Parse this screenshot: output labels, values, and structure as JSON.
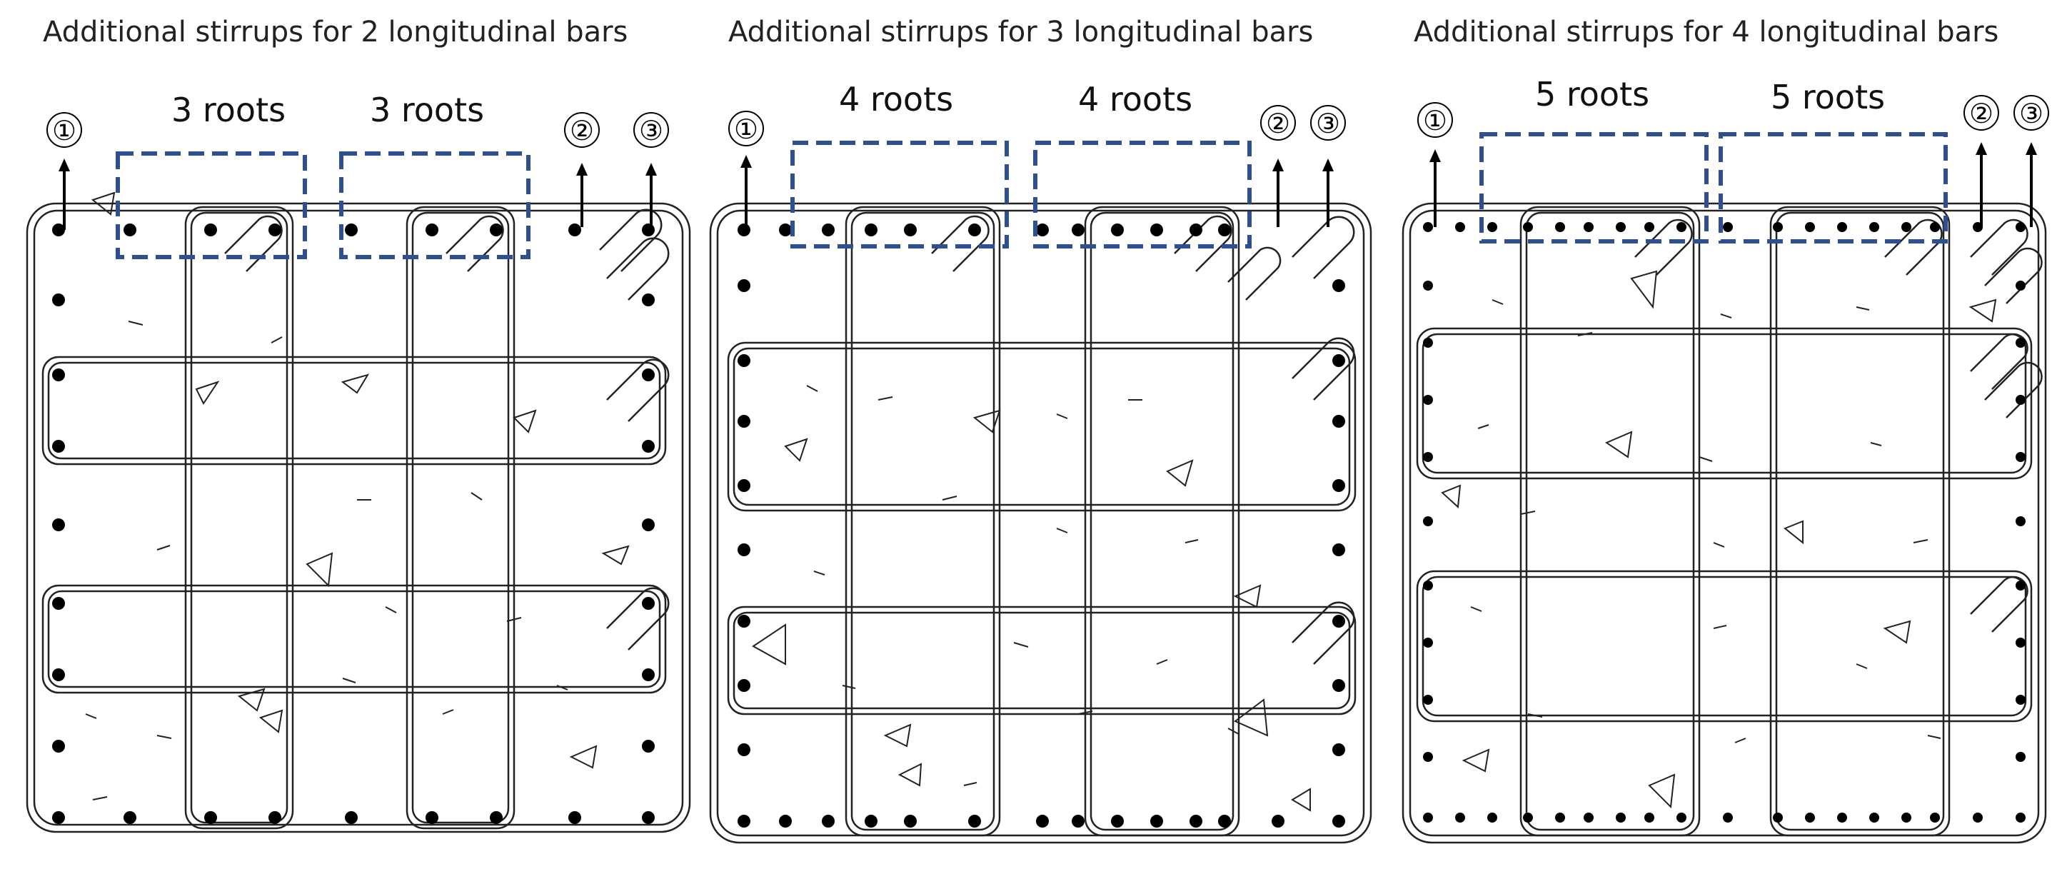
{
  "panels": [
    {
      "title": "Additional stirrups for 2 longitudinal bars",
      "groups": [
        {
          "label": "3 roots"
        },
        {
          "label": "3 roots"
        }
      ],
      "callouts": [
        "①",
        "②",
        "③"
      ]
    },
    {
      "title": "Additional stirrups for 3 longitudinal bars",
      "groups": [
        {
          "label": "4 roots"
        },
        {
          "label": "4 roots"
        }
      ],
      "callouts": [
        "①",
        "②",
        "③"
      ]
    },
    {
      "title": "Additional stirrups for 4 longitudinal bars",
      "groups": [
        {
          "label": "5 roots"
        },
        {
          "label": "5 roots"
        }
      ],
      "callouts": [
        "①",
        "②",
        "③"
      ]
    }
  ],
  "colors": {
    "highlight": "#2f4f93",
    "line": "#222222",
    "bar": "#000000"
  }
}
